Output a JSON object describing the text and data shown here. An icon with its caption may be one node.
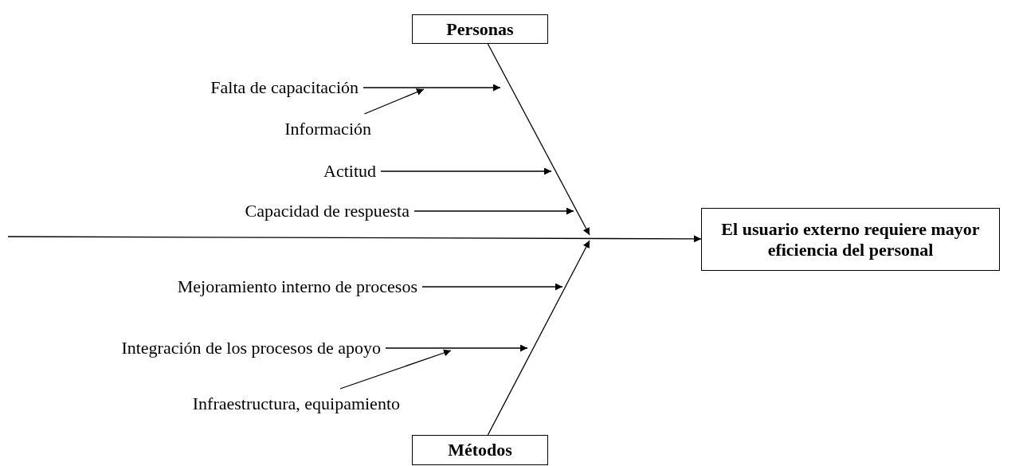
{
  "diagram": {
    "nodes": [
      {
        "text": [
          "Personas"
        ]
      },
      {
        "text": [
          "Métodos"
        ]
      },
      {
        "text": [
          "El usuario externo requiere mayor eficiencia del personal"
        ]
      },
      {
        "text": [
          "Falta de capacitación"
        ]
      },
      {
        "text": [
          "Información"
        ]
      },
      {
        "text": [
          "Actitud"
        ]
      },
      {
        "text": [
          "Capacidad de respuesta"
        ]
      },
      {
        "text": [
          "Mejoramiento interno de procesos"
        ]
      },
      {
        "text": [
          "Integración de los procesos de apoyo"
        ]
      },
      {
        "text": [
          "Infraestructura, equipamiento"
        ]
      }
    ],
    "edges": [
      {
        "from": 3,
        "to": null,
        "arrow": "to"
      },
      {
        "from": 4,
        "to": null,
        "arrow": "to"
      },
      {
        "from": 5,
        "to": null,
        "arrow": "to"
      },
      {
        "from": 6,
        "to": null,
        "arrow": "to"
      },
      {
        "from": 0,
        "to": null,
        "arrow": "to"
      },
      {
        "from": null,
        "to": 2,
        "arrow": "to"
      },
      {
        "from": 7,
        "to": null,
        "arrow": "to"
      },
      {
        "from": 8,
        "to": null,
        "arrow": "to"
      },
      {
        "from": 9,
        "to": null,
        "arrow": "to"
      },
      {
        "from": 1,
        "to": null,
        "arrow": "to"
      }
    ]
  }
}
